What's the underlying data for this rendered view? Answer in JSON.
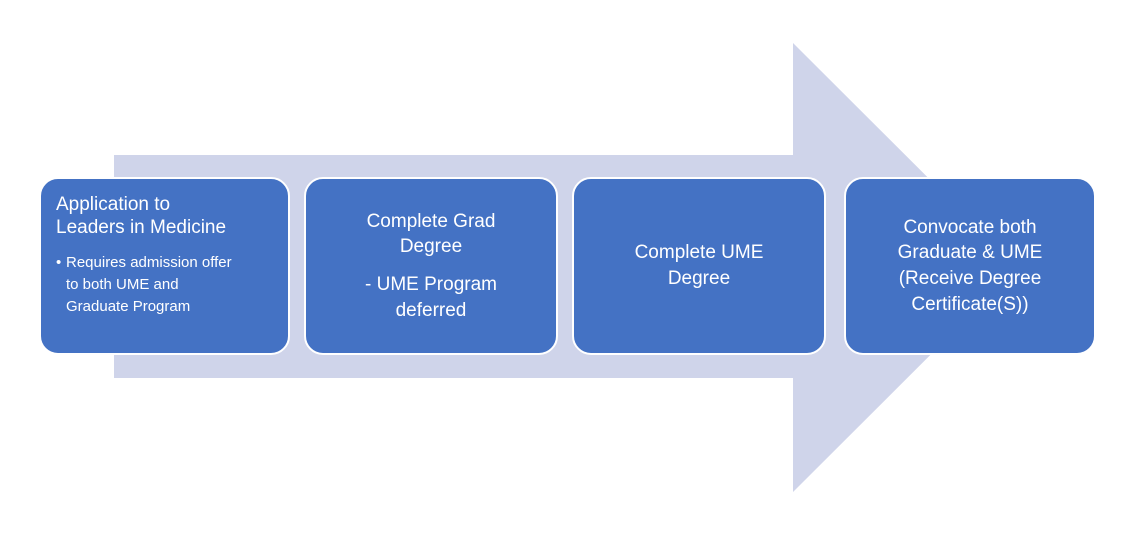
{
  "colors": {
    "arrow_fill": "#cfd4ea",
    "box_fill": "#4472c4",
    "box_border": "#ffffff",
    "text": "#ffffff"
  },
  "steps": [
    {
      "title": "Application to\nLeaders in Medicine",
      "bullet_marker": "•",
      "bullet_text": "Requires admission offer\nto both UME and\nGraduate Program"
    },
    {
      "title": "Complete Grad\nDegree",
      "subtitle": "- UME Program\ndeferred"
    },
    {
      "title": "Complete UME\nDegree"
    },
    {
      "title": "Convocate both\nGraduate & UME\n(Receive Degree\nCertificate(S))"
    }
  ]
}
